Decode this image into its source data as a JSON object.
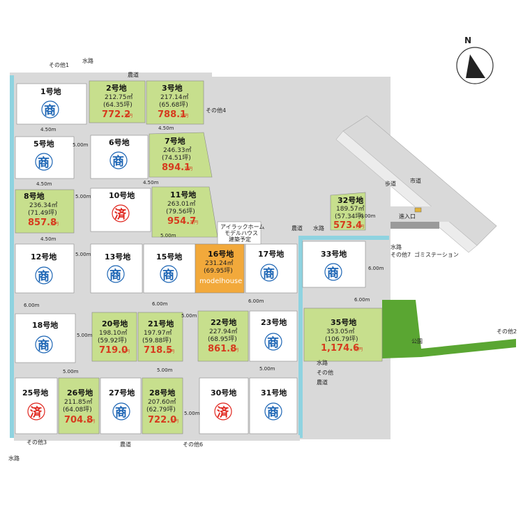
{
  "north_label": "N",
  "labels": {
    "sonota1": "その他1",
    "suiro_top": "水路",
    "noudou_top": "農道",
    "sonota4": "その他4",
    "hodou": "歩道",
    "shidou": "市道",
    "shinnyuguchi": "進入口",
    "suiro_mid": "水路",
    "sonota7": "その他7",
    "gomi": "ゴミステーション",
    "noudou_mid": "農道",
    "suiro_mid2": "水路",
    "model_note_1": "アイラックホーム",
    "model_note_2": "モデルハウス",
    "model_note_3": "建築予定",
    "koen": "公園",
    "sonota2": "その他2",
    "suiro_r": "水路",
    "sonota_r": "その他",
    "noudou_r": "農道",
    "sonota3": "その他3",
    "suiro_bl": "水路",
    "noudou_bottom": "農道",
    "sonota6": "その他6"
  },
  "road_widths": {
    "w1": "4.50m",
    "w2": "4.50m",
    "w3": "5.00m",
    "w4": "4.50m",
    "w5": "5.00m",
    "w6": "4.50m",
    "w7": "4.50m",
    "w8": "5.00m",
    "w9": "6.00m",
    "w10": "6.00m",
    "w11": "6.00m",
    "w12": "6.00m",
    "w13": "5.00m",
    "w14": "5.00m",
    "w15": "5.00m",
    "w16": "5.00m",
    "w17": "5.00m",
    "w18": "6.00m",
    "w19": "6.00m"
  },
  "badges": {
    "shou": "商",
    "sumi": "済"
  },
  "lots": {
    "l1": {
      "name": "1号地"
    },
    "l2": {
      "name": "2号地",
      "area_m2": "212.75㎡",
      "area_tsubo": "(64.35坪)",
      "price": "772.2",
      "unit": "万円"
    },
    "l3": {
      "name": "3号地",
      "area_m2": "217.14㎡",
      "area_tsubo": "(65.68坪)",
      "price": "788.1",
      "unit": "万円"
    },
    "l5": {
      "name": "5号地"
    },
    "l6": {
      "name": "6号地"
    },
    "l7": {
      "name": "7号地",
      "area_m2": "246.33㎡",
      "area_tsubo": "(74.51坪)",
      "price": "894.1",
      "unit": "万円"
    },
    "l8": {
      "name": "8号地",
      "area_m2": "236.34㎡",
      "area_tsubo": "(71.49坪)",
      "price": "857.8",
      "unit": "万円"
    },
    "l10": {
      "name": "10号地"
    },
    "l11": {
      "name": "11号地",
      "area_m2": "263.01㎡",
      "area_tsubo": "(79.56坪)",
      "price": "954.7",
      "unit": "万円"
    },
    "l12": {
      "name": "12号地"
    },
    "l13": {
      "name": "13号地"
    },
    "l15": {
      "name": "15号地"
    },
    "l16": {
      "name": "16号地",
      "area_m2": "231.24㎡",
      "area_tsubo": "(69.95坪)",
      "tag": "modelhouse"
    },
    "l17": {
      "name": "17号地"
    },
    "l18": {
      "name": "18号地"
    },
    "l20": {
      "name": "20号地",
      "area_m2": "198.10㎡",
      "area_tsubo": "(59.92坪)",
      "price": "719.0",
      "unit": "万円"
    },
    "l21": {
      "name": "21号地",
      "area_m2": "197.97㎡",
      "area_tsubo": "(59.88坪)",
      "price": "718.5",
      "unit": "万円"
    },
    "l22": {
      "name": "22号地",
      "area_m2": "227.94㎡",
      "area_tsubo": "(68.95坪)",
      "price": "861.8",
      "unit": "万円"
    },
    "l23": {
      "name": "23号地"
    },
    "l25": {
      "name": "25号地"
    },
    "l26": {
      "name": "26号地",
      "area_m2": "211.85㎡",
      "area_tsubo": "(64.08坪)",
      "price": "704.8",
      "unit": "万円"
    },
    "l27": {
      "name": "27号地"
    },
    "l28": {
      "name": "28号地",
      "area_m2": "207.60㎡",
      "area_tsubo": "(62.79坪)",
      "price": "722.0",
      "unit": "万円"
    },
    "l30": {
      "name": "30号地"
    },
    "l31": {
      "name": "31号地"
    },
    "l32": {
      "name": "32号地",
      "area_m2": "189.57㎡",
      "area_tsubo": "(57.34坪)",
      "price": "573.4",
      "unit": "万円"
    },
    "l33": {
      "name": "33号地"
    },
    "l35": {
      "name": "35号地",
      "area_m2": "353.05㎡",
      "area_tsubo": "(106.79坪)",
      "price": "1,174.6",
      "unit": "万円"
    }
  },
  "colors": {
    "available": "#c7df8d",
    "model": "#f2a93b",
    "park": "#5aa632",
    "road": "#d9d9d9",
    "water": "#8fd3e0",
    "price": "#d63b1e",
    "commercial": "#1b64b4",
    "sold": "#e0241c"
  },
  "icons": {
    "north": "north-arrow-icon",
    "garbage": "garbage-station-icon"
  }
}
